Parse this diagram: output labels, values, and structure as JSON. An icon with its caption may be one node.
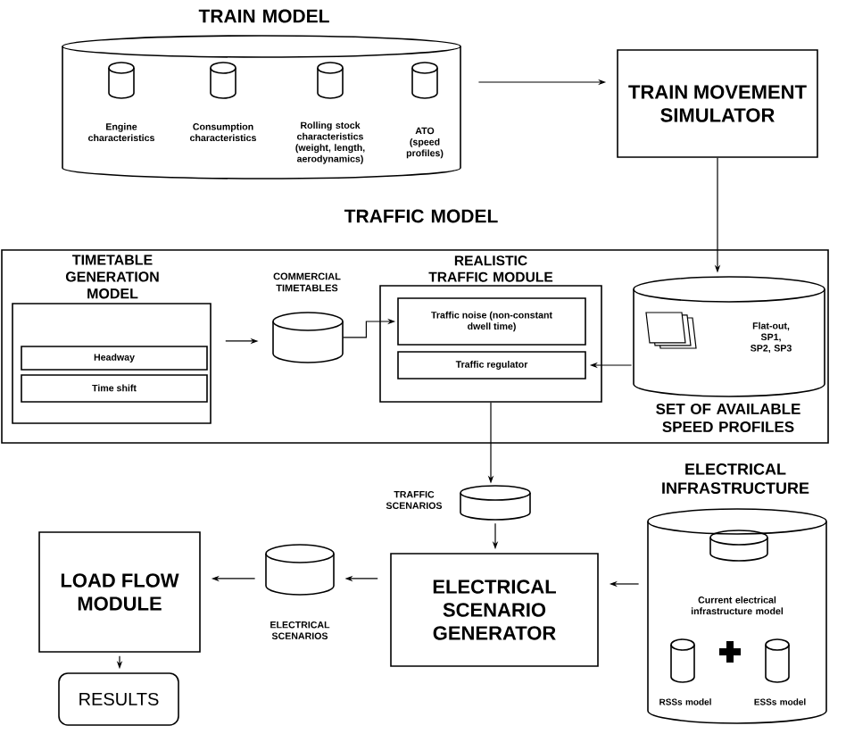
{
  "diagram": {
    "nodes": [
      {
        "text": [
          "TRAIN MODEL"
        ]
      },
      {
        "text": [
          "Engine characteristics"
        ],
        "in": 0
      },
      {
        "text": [
          "Consumption characteristics"
        ],
        "in": 0
      },
      {
        "text": [
          "Rolling stock characteristics (weight, length, aerodynamics)"
        ],
        "in": 0
      },
      {
        "text": [
          "ATO (speed profiles)"
        ],
        "in": 0
      },
      {
        "text": [
          "TRAIN MOVEMENT SIMULATOR"
        ]
      },
      {
        "text": [
          "TRAFFIC MODEL"
        ]
      },
      {
        "text": [
          "TIMETABLE GENERATION MODEL"
        ],
        "in": 6
      },
      {
        "text": [
          "Headway"
        ],
        "in": 7
      },
      {
        "text": [
          "Time shift"
        ],
        "in": 7
      },
      {
        "text": [
          "COMMERCIAL TIMETABLES"
        ],
        "in": 6
      },
      {
        "text": [
          "REALISTIC TRAFFIC MODULE"
        ],
        "in": 6
      },
      {
        "text": [
          "Traffic noise (non-constant dwell time)"
        ],
        "in": 11
      },
      {
        "text": [
          "Traffic regulator"
        ],
        "in": 11
      },
      {
        "text": [
          "Flat-out, SP1, SP2, SP3",
          "SET OF AVAILABLE SPEED PROFILES"
        ],
        "in": 6
      },
      {
        "text": [
          "TRAFFIC SCENARIOS"
        ]
      },
      {
        "text": [
          "ELECTRICAL INFRASTRUCTURE"
        ]
      },
      {
        "text": [
          "Current electrical infrastructure model"
        ],
        "in": 16
      },
      {
        "text": [
          "RSSs model"
        ],
        "in": 16
      },
      {
        "text": [
          "ESSs model"
        ],
        "in": 16
      },
      {
        "text": [
          "ELECTRICAL SCENARIO GENERATOR"
        ]
      },
      {
        "text": [
          "ELECTRICAL SCENARIOS"
        ]
      },
      {
        "text": [
          "LOAD FLOW MODULE"
        ]
      },
      {
        "text": [
          "RESULTS"
        ]
      }
    ],
    "edges": [
      {
        "from": 0,
        "to": 5,
        "arrow": "to"
      },
      {
        "from": 5,
        "to": 14,
        "arrow": "to"
      },
      {
        "from": 7,
        "to": 10,
        "arrow": "to"
      },
      {
        "from": 10,
        "to": 12,
        "arrow": "to"
      },
      {
        "from": 14,
        "to": 13,
        "arrow": "to"
      },
      {
        "from": 11,
        "to": 15,
        "arrow": "to"
      },
      {
        "from": 15,
        "to": 20,
        "arrow": "to"
      },
      {
        "from": 16,
        "to": 20,
        "arrow": "to"
      },
      {
        "from": 20,
        "to": 21,
        "arrow": "to"
      },
      {
        "from": 21,
        "to": 22,
        "arrow": "to"
      },
      {
        "from": 22,
        "to": 23,
        "arrow": "to"
      }
    ]
  }
}
